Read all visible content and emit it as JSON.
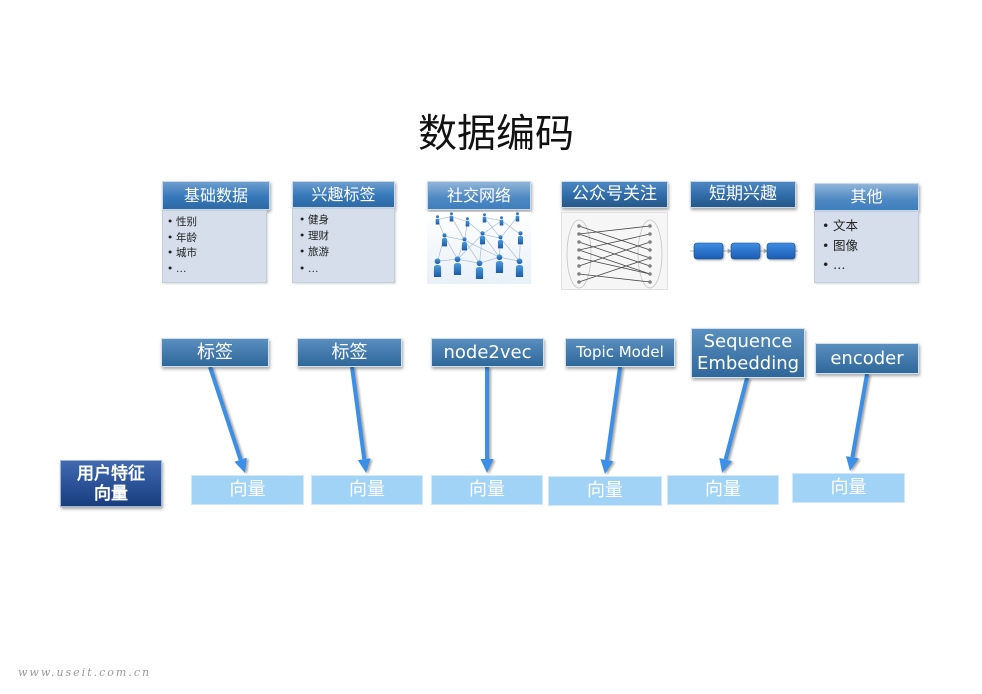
{
  "title": "数据编码",
  "sources": [
    {
      "header": "基础数据",
      "items": [
        "性别",
        "年龄",
        "城市",
        "…"
      ]
    },
    {
      "header": "兴趣标签",
      "items": [
        "健身",
        "理财",
        "旅游",
        "…"
      ]
    },
    {
      "header": "社交网络",
      "graphic": "social-network-graphic"
    },
    {
      "header": "公众号关注",
      "graphic": "bipartite-graph-graphic"
    },
    {
      "header": "短期兴趣",
      "graphic": "sequence-chain-graphic"
    },
    {
      "header": "其他",
      "items": [
        "文本",
        "图像",
        "…"
      ]
    }
  ],
  "methods": [
    {
      "label": "标签"
    },
    {
      "label": "标签"
    },
    {
      "label": "node2vec"
    },
    {
      "label": "Topic Model"
    },
    {
      "lines": [
        "Sequence",
        "Embedding"
      ]
    },
    {
      "label": "encoder"
    }
  ],
  "row_label": {
    "lines": [
      "用户特征",
      "向量"
    ]
  },
  "vectors": [
    "向量",
    "向量",
    "向量",
    "向量",
    "向量",
    "向量"
  ],
  "watermark": "www.useit.com.cn",
  "colors": {
    "header": "#3578ba",
    "list_bg": "#d5deea",
    "method": "#3576b0",
    "vector": "#a0d3f5",
    "row_label": "#1f4fa3",
    "arrow": "#3b8fe8"
  }
}
